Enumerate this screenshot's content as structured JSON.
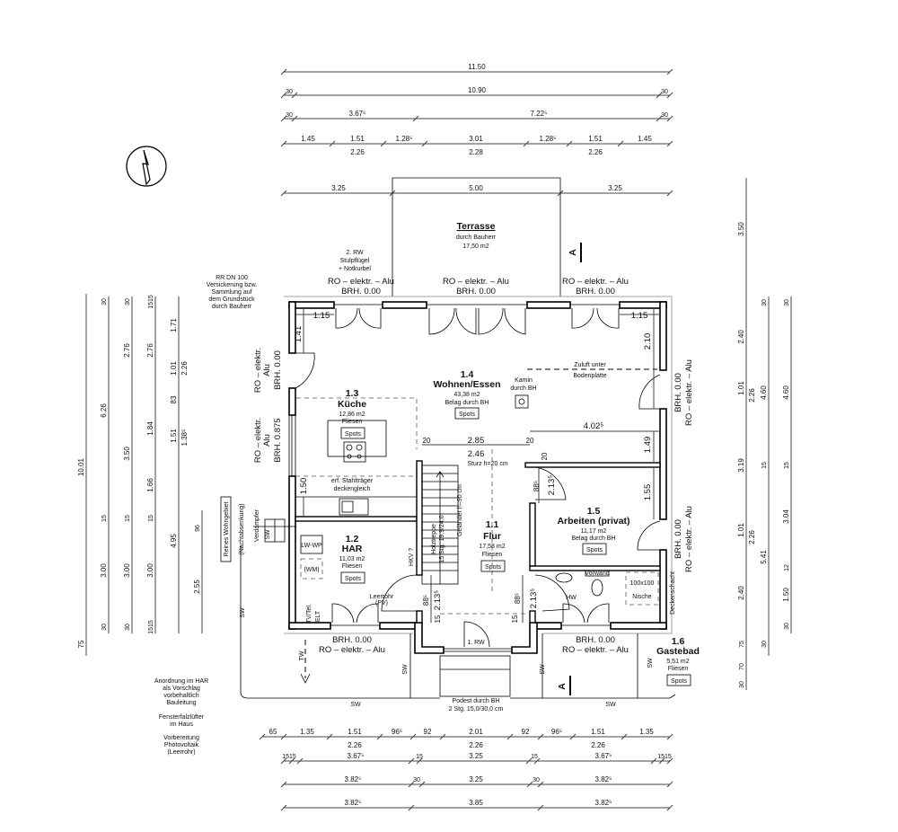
{
  "terrace": {
    "title": "Terrasse",
    "by": "durch Bauherr",
    "area": "17,50 m2"
  },
  "rooms": [
    {
      "number": "1.1",
      "name": "Flur",
      "area": "17,58 m2",
      "finish": "Fliesen",
      "tag": "Spots"
    },
    {
      "number": "1.2",
      "name": "HAR",
      "area": "11,03 m2",
      "finish": "Fliesen",
      "tag": "Spots"
    },
    {
      "number": "1.3",
      "name": "Küche",
      "area": "12,86 m2",
      "finish": "Fliesen",
      "tag": "Spots"
    },
    {
      "number": "1.4",
      "name": "Wohnen/Essen",
      "area": "43,38 m2",
      "finish": "Belag durch BH",
      "tag": "Spots"
    },
    {
      "number": "1.5",
      "name": "Arbeiten (privat)",
      "area": "11,17 m2",
      "finish": "Belag durch BH",
      "tag": "Spots"
    },
    {
      "number": "1.6",
      "name": "Gastebad",
      "area": "5,51 m2",
      "finish": "Fliesen",
      "tag": "Spots"
    }
  ],
  "windows": {
    "type": "RO – elektr. – Alu",
    "type_short": "RO – elektr.",
    "alu": "Alu",
    "brh0": "BRH. 0.00",
    "brh0875": "BRH. 0.875"
  },
  "notes": {
    "rw2": [
      "2. RW",
      "Stulpflügel",
      "+ Notkurbel"
    ],
    "rr": [
      "RR DN 100",
      "Versickerung bzw.",
      "Sammlung auf",
      "dem Grundstück",
      "durch Bauherr"
    ],
    "kamin": [
      "Kamin",
      "durch BH"
    ],
    "zuluft": [
      "Zuluft unter",
      "Bodenplatte"
    ],
    "stahl": [
      "erf. Stahlträger",
      "deckengleich"
    ],
    "sturz": "Sturz h=20 cm",
    "lwwp": "LW-WP",
    "wm": "(WM)",
    "leerrohr": [
      "Leerrohr",
      "(PV)"
    ],
    "hkv": "HKV ?",
    "treppe": [
      "Holztreppe",
      "15 Stg. 19,9/24,0"
    ],
    "gelaender": "Geländer h=90 cm",
    "rw1": "1. RW",
    "hw": "HW",
    "vorwand": "Vorwand",
    "nische": [
      "100x100",
      "Nische"
    ],
    "deckenschacht": "Deckenschacht",
    "verdampfer": "Verdampfer",
    "sw": "SW",
    "tw": "TW",
    "tvtel": "TV/Tel.",
    "elt": "ELT",
    "wohngebiet": "Reines Wohngebiet",
    "nacht": "(Nachtabsenkung)",
    "podest": [
      "Podest durch BH",
      "2 Stg. 15,0/30,0 cm"
    ],
    "section": "A",
    "left_notes": [
      [
        "Anordnung im HAR",
        "als Vorschlag",
        "vorbehaltlich",
        "Bauleitung"
      ],
      [
        "Fensterfalzlüfter",
        "im Haus"
      ],
      [
        "Vorbereitung",
        "Photovoltaik",
        "(Leerrohr)"
      ]
    ]
  },
  "dims": {
    "top": [
      [
        "11.50"
      ],
      [
        "30",
        "10.90",
        "30"
      ],
      [
        "30",
        "3.67⁵",
        "7.22⁵",
        "30"
      ],
      [
        "1.45",
        "1.51",
        "1.28⁵",
        "3.01",
        "1.28⁵",
        "1.51",
        "1.45"
      ],
      [
        "2.26",
        "2.28",
        "2.26"
      ],
      [
        "3.25",
        "5.00",
        "3.25"
      ]
    ],
    "bottom": [
      [
        "65",
        "1.35",
        "1.51",
        "96⁵",
        "92",
        "2.01",
        "92",
        "96⁵",
        "1.51",
        "1.35"
      ],
      [
        "2.26",
        "2.26",
        "2.26"
      ],
      [
        "1515",
        "3.67⁵",
        "15",
        "3.25",
        "15",
        "3.67⁵",
        "1515"
      ],
      [
        "3.82⁵",
        "30",
        "3.25",
        "30",
        "3.82⁵"
      ],
      [
        "3.82⁵",
        "3.85",
        "3.82⁵"
      ]
    ],
    "left": [
      [
        "10.01",
        "75"
      ],
      [
        "30",
        "6.26",
        "15",
        "3.00",
        "30"
      ],
      [
        "30",
        "2.76",
        "3.50",
        "15",
        "3.00",
        "30"
      ],
      [
        "1515",
        "2.76",
        "1.84",
        "1.66",
        "15",
        "3.00",
        "1515"
      ],
      [
        "1.71",
        "1.01",
        "83",
        "1.51",
        "4.95"
      ],
      [
        "2.26",
        "1.38⁵"
      ],
      [
        "96",
        "2.55"
      ]
    ],
    "right": [
      [
        "3.50",
        "2.40",
        "1.01",
        "2.26",
        "3.19",
        "1.01",
        "2.26",
        "2.40",
        "75",
        "70",
        "30"
      ],
      [
        "30",
        "4.60",
        "15",
        "5.41",
        "30"
      ],
      [
        "30",
        "4.60",
        "15",
        "3.04",
        "12",
        "1.50",
        "30"
      ]
    ],
    "inner": [
      "1.15",
      "1.41",
      "1.15",
      "2.10",
      "4.02⁵",
      "1.49",
      "1.55",
      "20",
      "2.85",
      "20",
      "2.46",
      "1.50",
      "20",
      "88⁵",
      "2.13⁵",
      "88⁵",
      "2.13⁵",
      "15",
      "88⁵",
      "2.13⁵",
      "15"
    ]
  }
}
